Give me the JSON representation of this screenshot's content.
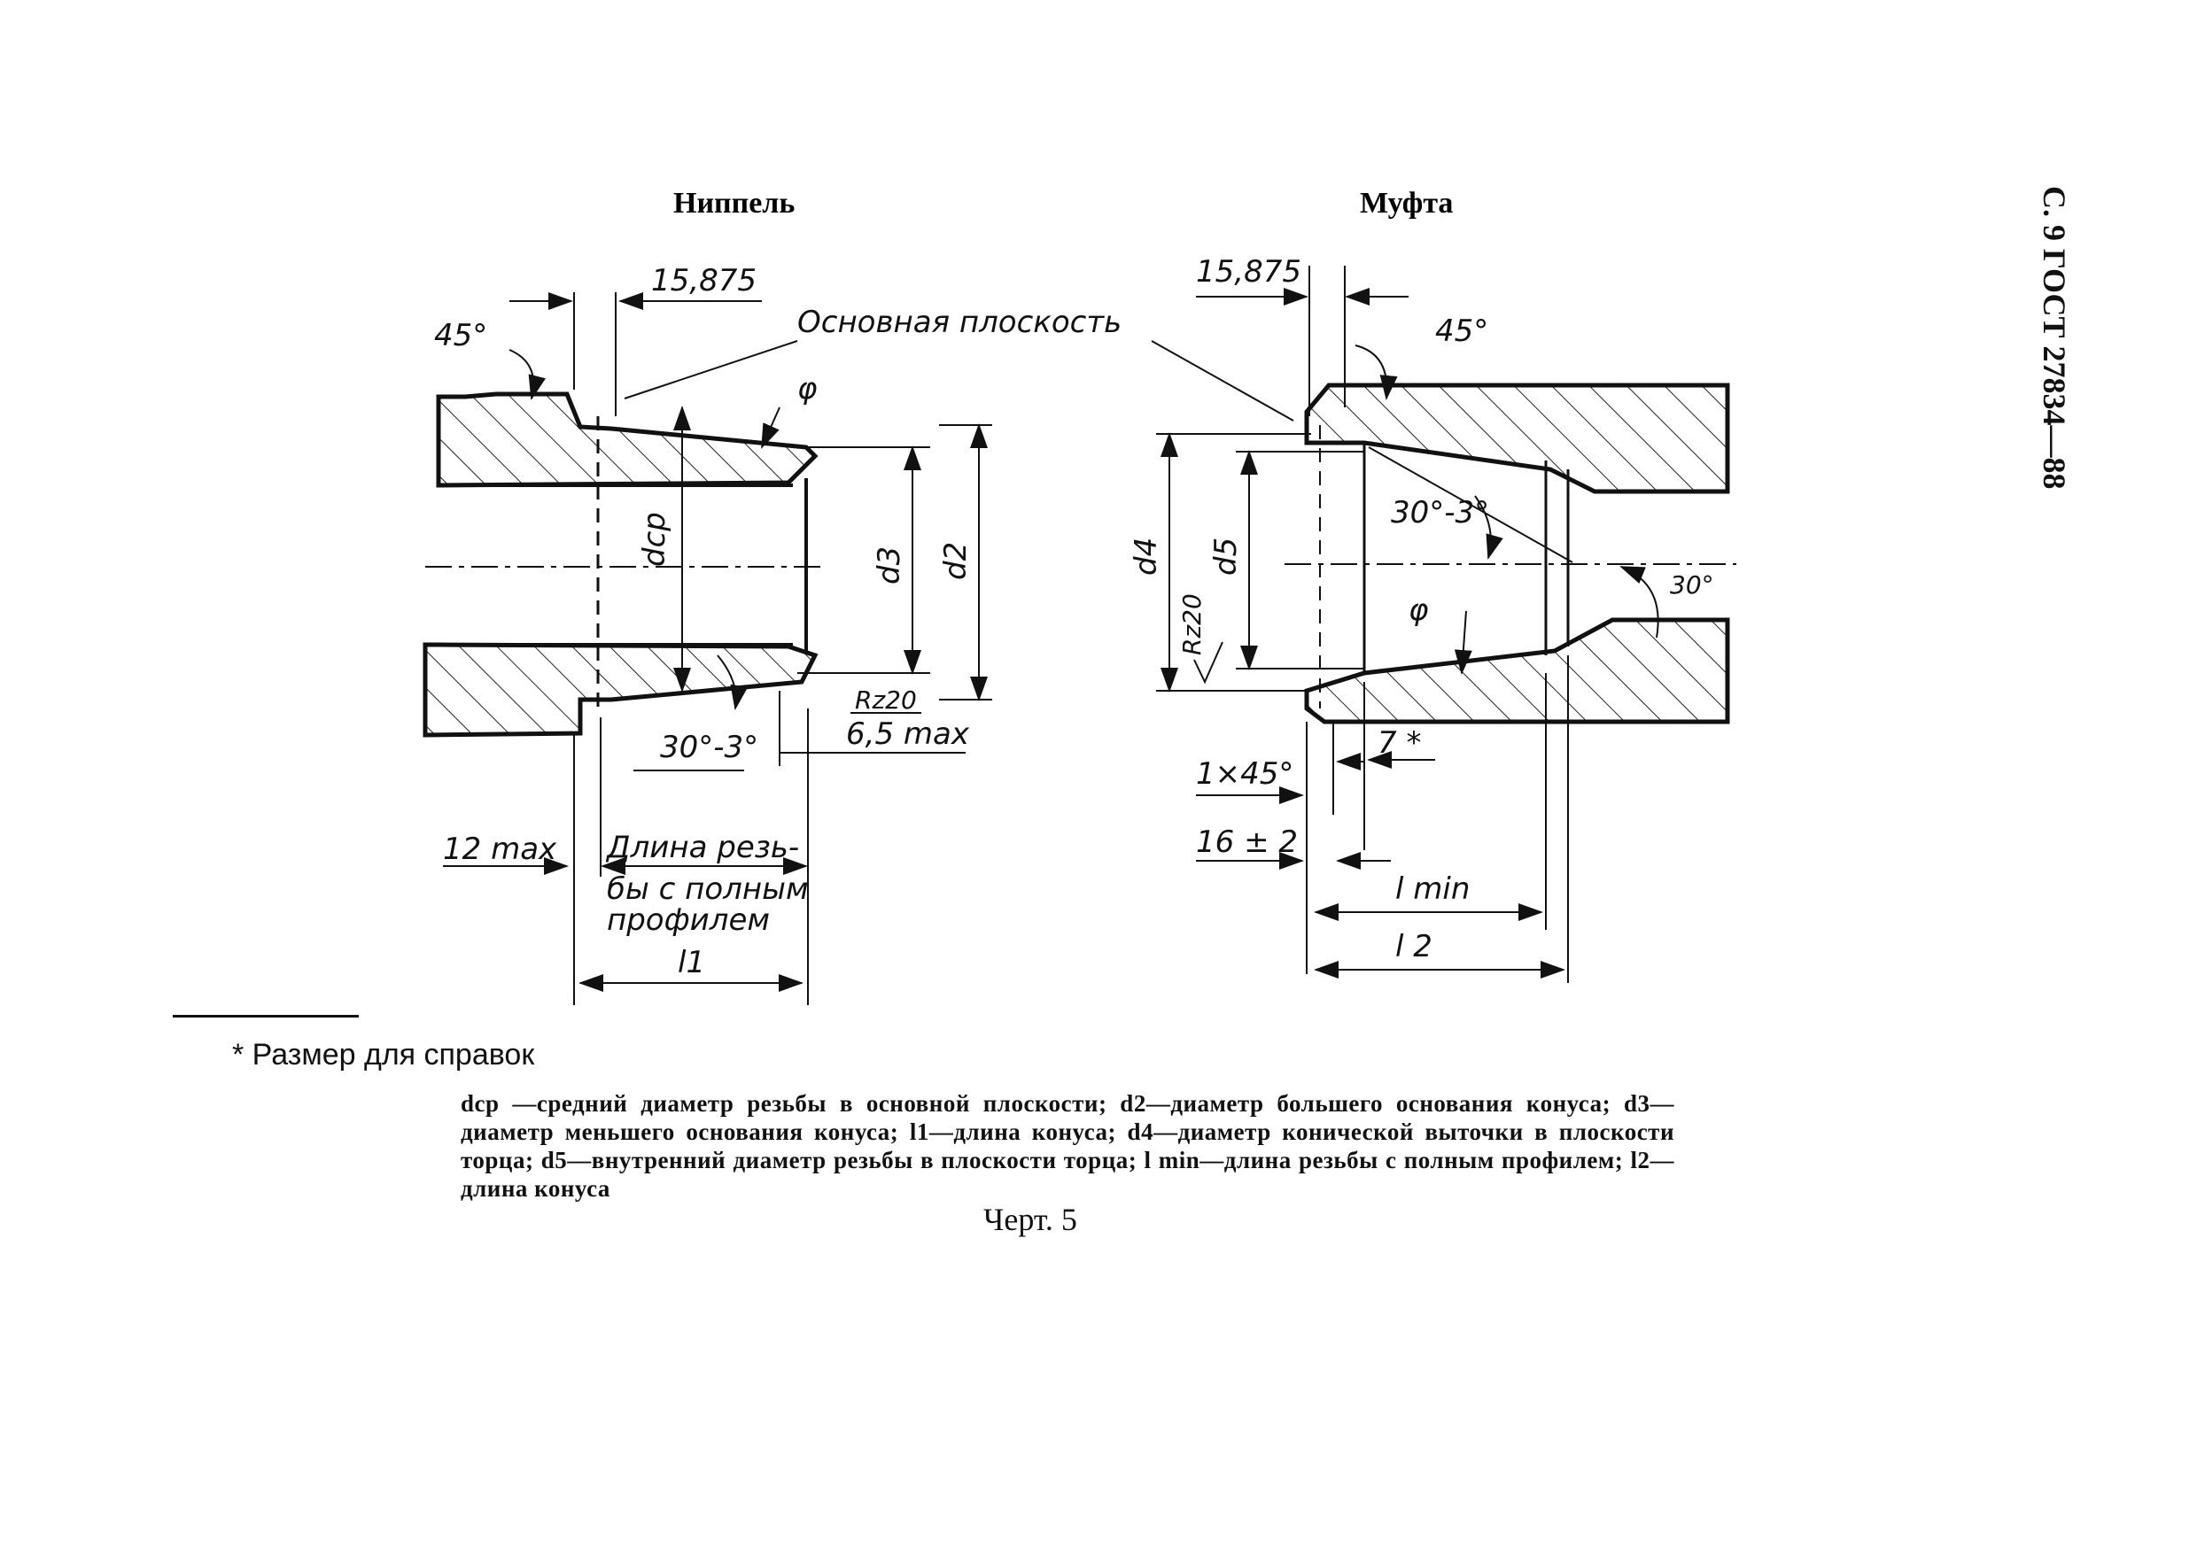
{
  "header": {
    "page_ref": "С. 9 ГОСТ 27834—88"
  },
  "nipple": {
    "title": "Ниппель",
    "dim_15875": "15,875",
    "angle_45": "45°",
    "plane_label": "Основная плоскость",
    "phi": "φ",
    "d_cp": "dср",
    "d3": "d3",
    "d2": "d2",
    "rz20": "Rz20",
    "max_65": "6,5 max",
    "angle_30": "30°-3°",
    "max_12": "12 max",
    "thread_len_1": "Длина резь-",
    "thread_len_2": "бы с полным",
    "thread_len_3": "профилем",
    "l1": "l1"
  },
  "coupling": {
    "title": "Муфта",
    "dim_15875": "15,875",
    "angle_45": "45°",
    "angle_30_tol": "30°-3°",
    "angle_30": "30°",
    "d4": "d4",
    "d5": "d5",
    "rz20": "Rz20",
    "phi": "φ",
    "chamfer": "1×45°",
    "dim_7": "7 *",
    "dim_16": "16 ± 2",
    "lmin": "l min",
    "l2": "l 2"
  },
  "footnote": "* Размер для справок",
  "legend": "dср —средний диаметр резьбы в основной плоскости; d2—диаметр большего основания конуса; d3—диаметр меньшего основания конуса; l1—длина конуса; d4—диаметр конической выточки в плоскости торца; d5—внутренний диаметр резьбы в плоскости торца; l min—длина резьбы с полным профилем; l2—длина конуса",
  "caption": "Черт. 5"
}
